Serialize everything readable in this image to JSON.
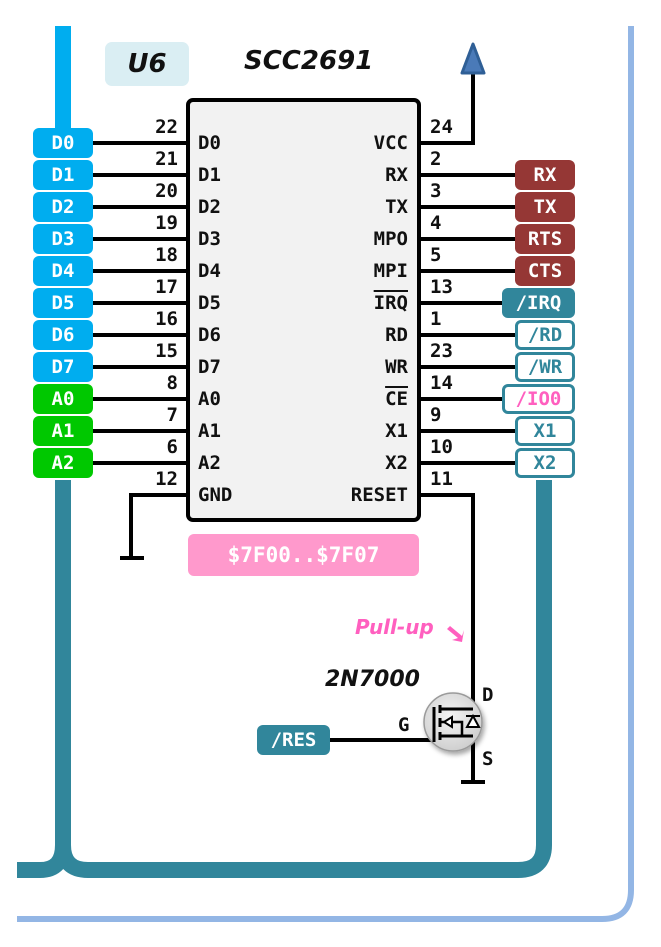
{
  "component": {
    "ref": "U6",
    "part": "SCC2691",
    "address_range": "$7F00..$7F07"
  },
  "left_pins": [
    {
      "num": "22",
      "name": "D0",
      "net": "D0",
      "kind": "data"
    },
    {
      "num": "21",
      "name": "D1",
      "net": "D1",
      "kind": "data"
    },
    {
      "num": "20",
      "name": "D2",
      "net": "D2",
      "kind": "data"
    },
    {
      "num": "19",
      "name": "D3",
      "net": "D3",
      "kind": "data"
    },
    {
      "num": "18",
      "name": "D4",
      "net": "D4",
      "kind": "data"
    },
    {
      "num": "17",
      "name": "D5",
      "net": "D5",
      "kind": "data"
    },
    {
      "num": "16",
      "name": "D6",
      "net": "D6",
      "kind": "data"
    },
    {
      "num": "15",
      "name": "D7",
      "net": "D7",
      "kind": "data"
    },
    {
      "num": "8",
      "name": "A0",
      "net": "A0",
      "kind": "addr"
    },
    {
      "num": "7",
      "name": "A1",
      "net": "A1",
      "kind": "addr"
    },
    {
      "num": "6",
      "name": "A2",
      "net": "A2",
      "kind": "addr"
    },
    {
      "num": "12",
      "name": "GND",
      "net": "",
      "kind": "gnd"
    }
  ],
  "right_pins": [
    {
      "num": "24",
      "name": "VCC",
      "net": "",
      "kind": "power",
      "overline": false
    },
    {
      "num": "2",
      "name": "RX",
      "net": "RX",
      "kind": "uart",
      "overline": false
    },
    {
      "num": "3",
      "name": "TX",
      "net": "TX",
      "kind": "uart",
      "overline": false
    },
    {
      "num": "4",
      "name": "MPO",
      "net": "RTS",
      "kind": "uart",
      "overline": false
    },
    {
      "num": "5",
      "name": "MPI",
      "net": "CTS",
      "kind": "uart",
      "overline": false
    },
    {
      "num": "13",
      "name": "IRQ",
      "net": "/IRQ",
      "kind": "out",
      "overline": true
    },
    {
      "num": "1",
      "name": "RD",
      "net": "/RD",
      "kind": "in",
      "overline": false
    },
    {
      "num": "23",
      "name": "WR",
      "net": "/WR",
      "kind": "in",
      "overline": false
    },
    {
      "num": "14",
      "name": "CE",
      "net": "/IO0",
      "kind": "in-select",
      "overline": true
    },
    {
      "num": "9",
      "name": "X1",
      "net": "X1",
      "kind": "in",
      "overline": false
    },
    {
      "num": "10",
      "name": "X2",
      "net": "X2",
      "kind": "in",
      "overline": false
    },
    {
      "num": "11",
      "name": "RESET",
      "net": "",
      "kind": "reset",
      "overline": false
    }
  ],
  "reset_circuit": {
    "note": "Pull-up",
    "transistor": "2N7000",
    "gate_label": "G",
    "drain_label": "D",
    "source_label": "S",
    "input_net": "/RES"
  },
  "colors": {
    "data_bus": "#00adef",
    "addr_bus": "#00c800",
    "uart": "#953735",
    "control": "#31869b",
    "select_text": "#ff5fbf",
    "address_badge": "#ff99cc",
    "ref_badge": "#daeef3",
    "frame": "#93b6e5",
    "vcc_arrow": "#4a7ab8"
  }
}
